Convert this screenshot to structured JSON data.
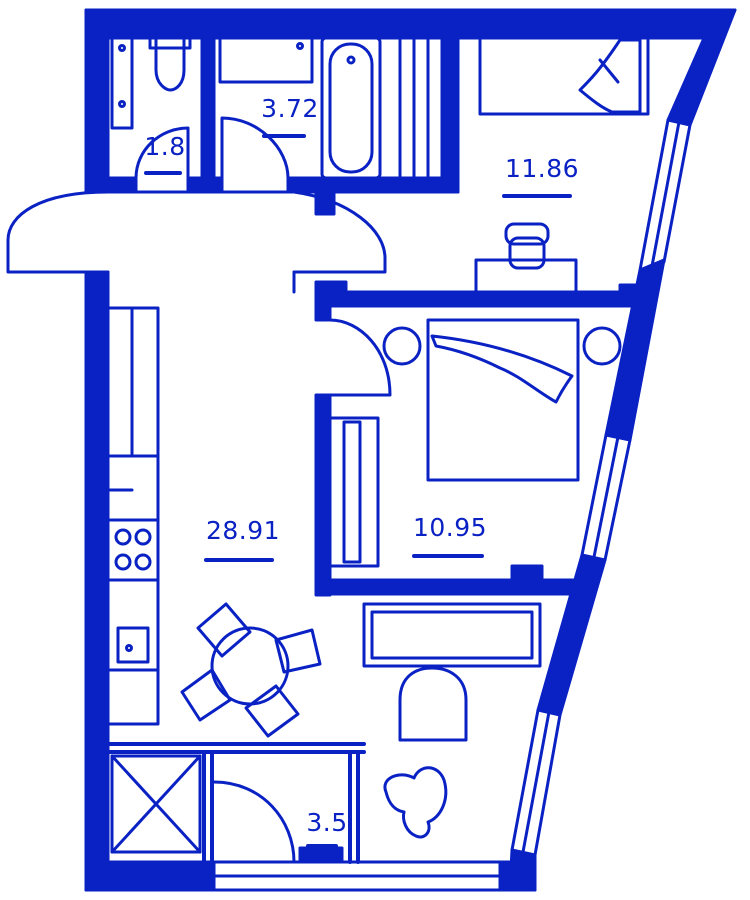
{
  "colors": {
    "ink": "#0a22c4",
    "background": "#ffffff"
  },
  "rooms": {
    "toilet": {
      "area": "1.8"
    },
    "bathroom": {
      "area": "3.72"
    },
    "study": {
      "area": "11.86"
    },
    "bedroom": {
      "area": "10.95"
    },
    "living_kitchen": {
      "area": "28.91"
    },
    "storage": {
      "area": "3.5"
    }
  }
}
